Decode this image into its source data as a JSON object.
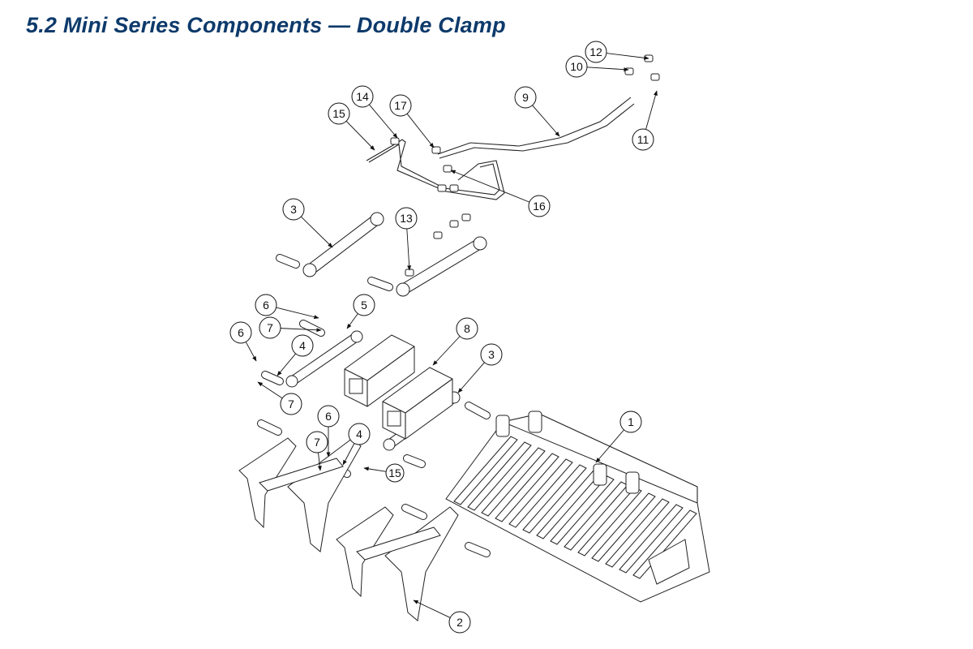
{
  "page": {
    "title": "5.2 Mini Series Components — Double Clamp",
    "title_color": "#0d3a6b"
  },
  "callouts": [
    {
      "label": "12"
    },
    {
      "label": "10"
    },
    {
      "label": "9"
    },
    {
      "label": "14"
    },
    {
      "label": "17"
    },
    {
      "label": "15"
    },
    {
      "label": "11"
    },
    {
      "label": "16"
    },
    {
      "label": "3"
    },
    {
      "label": "13"
    },
    {
      "label": "6"
    },
    {
      "label": "5"
    },
    {
      "label": "7"
    },
    {
      "label": "6"
    },
    {
      "label": "4"
    },
    {
      "label": "8"
    },
    {
      "label": "3"
    },
    {
      "label": "7"
    },
    {
      "label": "1"
    },
    {
      "label": "6"
    },
    {
      "label": "7"
    },
    {
      "label": "4"
    },
    {
      "label": "15"
    },
    {
      "label": "2"
    }
  ]
}
